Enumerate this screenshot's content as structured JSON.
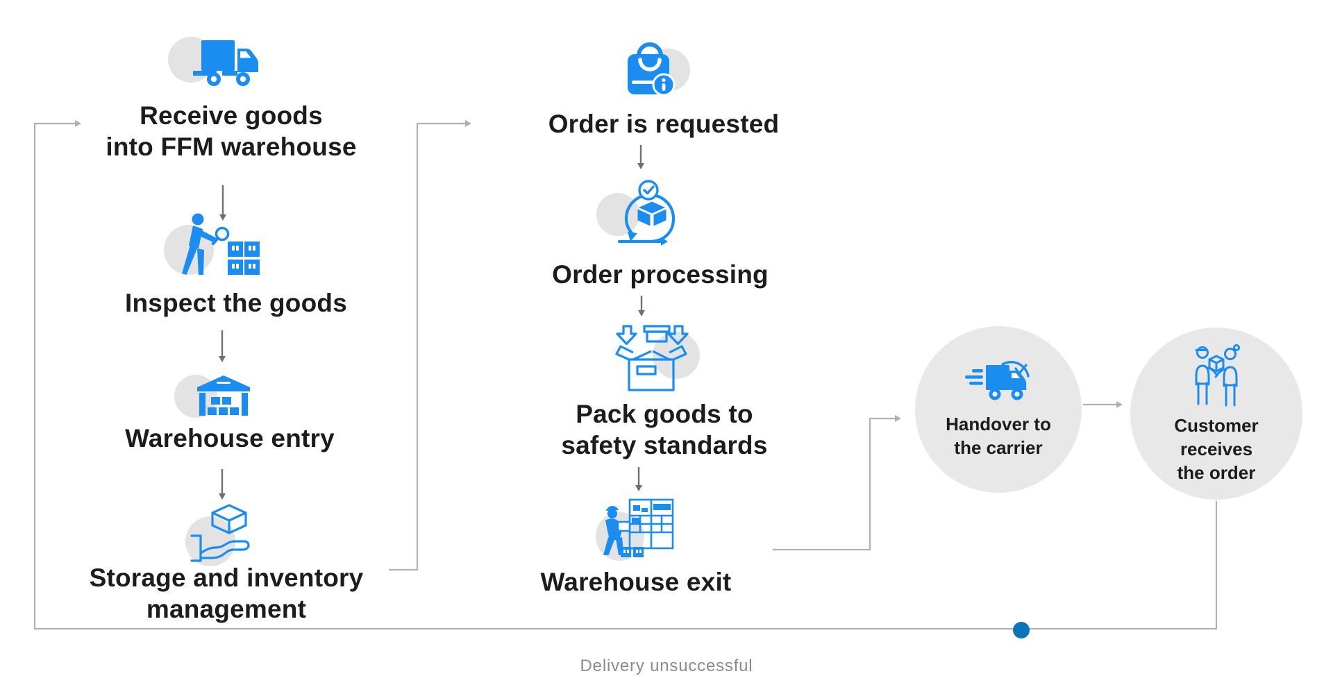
{
  "colors": {
    "accent_blue": "#1b8cf0",
    "dot_blue": "#0e74ba",
    "backdrop_gray": "#e3e3e3",
    "big_circle_gray": "#e8e8e8",
    "connector_gray": "#b0b0b0",
    "arrow_gray": "#6f6f6f",
    "text_dark": "#1c1c1c",
    "muted_text": "#8b8b8b"
  },
  "inbound_flow": {
    "steps": [
      {
        "label": "Receive goods\ninto FFM warehouse",
        "icon": "truck-icon"
      },
      {
        "label": "Inspect the goods",
        "icon": "inspect-goods-icon"
      },
      {
        "label": "Warehouse entry",
        "icon": "warehouse-icon"
      },
      {
        "label": "Storage and inventory\nmanagement",
        "icon": "storage-hand-icon"
      }
    ]
  },
  "outbound_flow": {
    "steps": [
      {
        "label": "Order is requested",
        "icon": "order-bag-icon"
      },
      {
        "label": "Order processing",
        "icon": "order-processing-icon"
      },
      {
        "label": "Pack goods to\nsafety standards",
        "icon": "pack-box-icon"
      },
      {
        "label": "Warehouse exit",
        "icon": "warehouse-exit-icon"
      }
    ]
  },
  "delivery_flow": {
    "nodes": [
      {
        "label": "Handover to\nthe carrier",
        "icon": "carrier-truck-icon"
      },
      {
        "label": "Customer\nreceives\nthe order",
        "icon": "customer-handover-icon"
      }
    ],
    "return_label": "Delivery unsuccessful"
  }
}
